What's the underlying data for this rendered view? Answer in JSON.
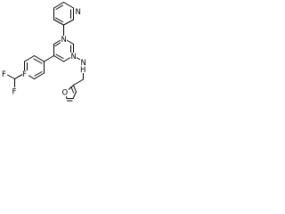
{
  "molecule": {
    "atoms": {
      "n_pyridine": "N",
      "n_pyrimidine_top": "N",
      "n_pyrimidine_bottom": "N",
      "n_amine": "N",
      "h_amine": "H",
      "o_furan": "O",
      "f1": "F",
      "f2": "F",
      "f3": "F"
    }
  }
}
